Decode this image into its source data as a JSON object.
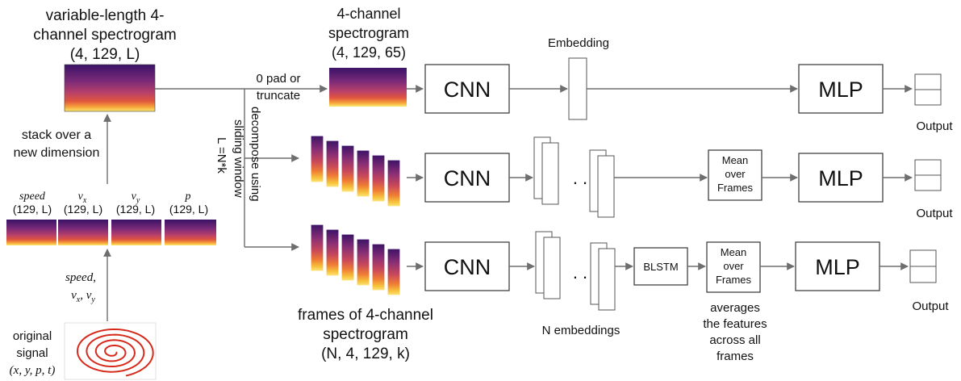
{
  "labels": {
    "input_title_1": "variable-length 4-",
    "input_title_2": "channel spectrogram",
    "input_title_3": "(4, 129, L)",
    "stack_1": "stack over a",
    "stack_2": "new dimension",
    "ch_speed": "speed",
    "ch_vx": "v",
    "ch_vx_sub": "x",
    "ch_vy": "v",
    "ch_vy_sub": "y",
    "ch_p": "p",
    "ch_shape": "(129, L)",
    "deriv_1": "speed,",
    "deriv_2_a": "v",
    "deriv_2_a_sub": "x",
    "deriv_2_b": ", v",
    "deriv_2_b_sub": "y",
    "orig_1": "original",
    "orig_2": "signal",
    "orig_3": "(x, y, p, t)",
    "top_title_1": "4-channel",
    "top_title_2": "spectrogram",
    "top_title_3": "(4, 129, 65)",
    "pad_1": "0 pad or",
    "pad_2": "truncate",
    "decompose_1": "decompose using",
    "decompose_2": "sliding window",
    "decompose_3": "L =N*k",
    "cnn": "CNN",
    "mlp": "MLP",
    "embedding": "Embedding",
    "output": "Output",
    "mean_1": "Mean",
    "mean_2": "over",
    "mean_3": "Frames",
    "blstm": "BLSTM",
    "dots": ". .",
    "frames_1": "frames of 4-channel",
    "frames_2": "spectrogram",
    "frames_3": "(N, 4, 129, k)",
    "n_emb": "N embeddings",
    "avg_1": "averages",
    "avg_2": "the features",
    "avg_3": "across all",
    "avg_4": "frames"
  },
  "colors": {
    "spec_dark": "#2e1260",
    "spec_mid": "#a03a70",
    "spec_warm": "#e0563d",
    "spec_hot": "#f7c13a",
    "spec_bright": "#fbe86a",
    "arrow": "#6e6e6e",
    "spiral": "#d62b1c"
  }
}
